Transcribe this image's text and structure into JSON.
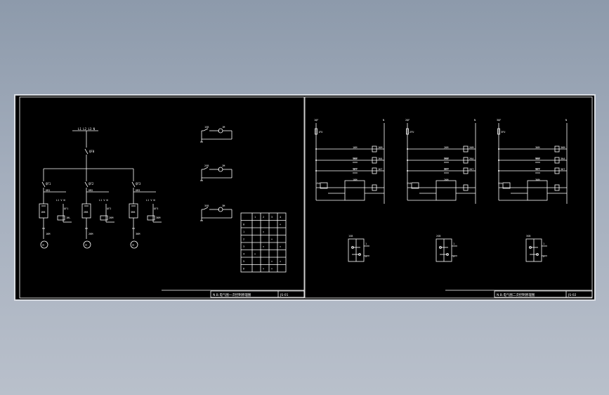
{
  "sheet_left": {
    "bus_label": "L1 L2 L3 N",
    "main_switch": "QF0",
    "branches": [
      {
        "breaker": "QF1",
        "contactor": "KM1",
        "device": "1RB",
        "pilot": "1HL",
        "aux": "L1 V N",
        "pump": "1M",
        "feeder": "1KM"
      },
      {
        "breaker": "QF2",
        "contactor": "KM2",
        "device": "2RB",
        "pilot": "2KM",
        "aux": "L1 V N",
        "pump": "2M",
        "feeder": "2KM"
      },
      {
        "breaker": "QF3",
        "contactor": "KM3",
        "device": "3RB",
        "pilot": "3KM",
        "aux": "L1 V N",
        "pump": "3M",
        "feeder": "3KM"
      }
    ],
    "circuits": [
      {
        "switch": "1SB",
        "lamp": "1M"
      },
      {
        "switch": "2SB",
        "lamp": "2M"
      },
      {
        "switch": "3SB",
        "lamp": "3M"
      }
    ],
    "table": {
      "headers": [
        "",
        "1",
        "2",
        "3",
        "4"
      ],
      "rows": [
        [
          "0",
          "",
          "",
          "",
          "×"
        ],
        [
          "1",
          "",
          "×",
          "",
          ""
        ],
        [
          "2",
          "",
          "",
          "×",
          ""
        ],
        [
          "3",
          "",
          "×",
          "",
          "×"
        ],
        [
          "4",
          "×",
          "",
          "",
          ""
        ],
        [
          "5",
          "",
          "",
          "×",
          "×"
        ],
        [
          "6",
          "",
          "×",
          "×",
          ""
        ]
      ]
    },
    "title": "N.B.电气图一次控制原理图",
    "sheet_no": "JS-01"
  },
  "sheet_right": {
    "panels": [
      {
        "qf": "1QF",
        "n": "N",
        "fu": "1FU",
        "relays": [
          "1KM",
          "1KA",
          "1KT"
        ],
        "sel": "1SA"
      },
      {
        "qf": "2QF",
        "n": "N",
        "fu": "2FU",
        "relays": [
          "2KM",
          "2KA",
          "2KT"
        ],
        "sel": "2SA"
      },
      {
        "qf": "3QF",
        "n": "N",
        "fu": "3FU",
        "relays": [
          "3KM",
          "3KA",
          "3KT"
        ],
        "sel": "3SA"
      }
    ],
    "details": [
      {
        "label": "1SB",
        "pins": [
          "1",
          "2"
        ]
      },
      {
        "label": "2SB",
        "pins": [
          "1",
          "2"
        ]
      },
      {
        "label": "3SB",
        "pins": [
          "1",
          "2"
        ]
      }
    ],
    "title": "N.B.电气图二次控制原理图",
    "sheet_no": "JS-02"
  },
  "colors": {
    "background": "#9aa5b5",
    "paper": "#000000",
    "line": "#ffffff"
  }
}
